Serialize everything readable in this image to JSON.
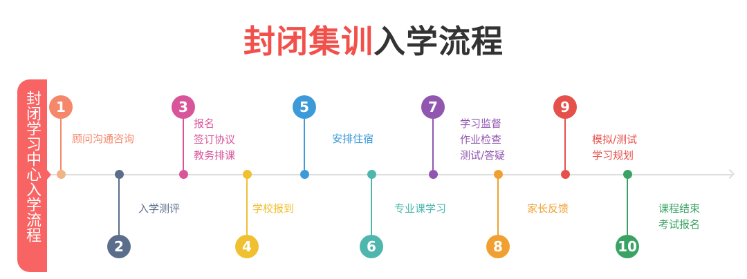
{
  "title": {
    "highlight": "封闭集训",
    "rest": "入学流程"
  },
  "banner": "封闭学习中心入学流程",
  "colors": {
    "title_accent": "#f2504b",
    "banner": "#f86464",
    "axis": "#dddddd"
  },
  "steps": [
    {
      "number": "1",
      "side": "top",
      "color": "#f5876a",
      "dot_color": "#efb585",
      "lines": [
        "顾问沟通咨询"
      ]
    },
    {
      "number": "2",
      "side": "bottom",
      "color": "#5a6e8c",
      "lines": [
        "入学测评"
      ]
    },
    {
      "number": "3",
      "side": "top",
      "color": "#d9559a",
      "lines": [
        "报名",
        "签订协议",
        "教务排课"
      ]
    },
    {
      "number": "4",
      "side": "bottom",
      "color": "#f0c030",
      "lines": [
        "学校报到"
      ]
    },
    {
      "number": "5",
      "side": "top",
      "color": "#3d9ad9",
      "lines": [
        "安排住宿"
      ]
    },
    {
      "number": "6",
      "side": "bottom",
      "color": "#4fb6ae",
      "lines": [
        "专业课学习"
      ]
    },
    {
      "number": "7",
      "side": "top",
      "color": "#9157b0",
      "lines": [
        "学习监督",
        "作业检查",
        "测试/答疑"
      ]
    },
    {
      "number": "8",
      "side": "bottom",
      "color": "#f0a030",
      "lines": [
        "家长反馈"
      ]
    },
    {
      "number": "9",
      "side": "top",
      "color": "#e5504a",
      "lines": [
        "模拟/测试",
        "学习规划"
      ]
    },
    {
      "number": "10",
      "side": "bottom",
      "color": "#3aa363",
      "lines": [
        "课程结束",
        "考试报名"
      ]
    }
  ]
}
